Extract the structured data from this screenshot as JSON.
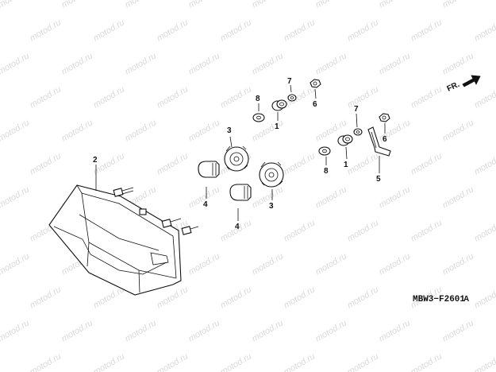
{
  "watermark": "motod.ru",
  "direction_label": "FR.",
  "diagram_code": "MBW3−F2601",
  "diagram_rev": "A",
  "callouts": {
    "c1a": "1",
    "c1b": "1",
    "c2": "2",
    "c3a": "3",
    "c3b": "3",
    "c4a": "4",
    "c4b": "4",
    "c5": "5",
    "c6a": "6",
    "c6b": "6",
    "c7a": "7",
    "c7b": "7",
    "c8a": "8",
    "c8b": "8"
  }
}
